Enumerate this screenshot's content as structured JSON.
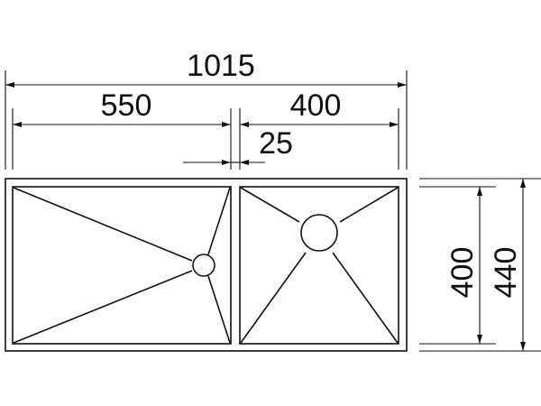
{
  "dimensions": {
    "overall_width": "1015",
    "left_bowl_width": "550",
    "right_bowl_width": "400",
    "divider_width": "25",
    "bowl_depth": "400",
    "overall_depth": "440"
  },
  "colors": {
    "line": "#111111",
    "background": "#ffffff"
  }
}
